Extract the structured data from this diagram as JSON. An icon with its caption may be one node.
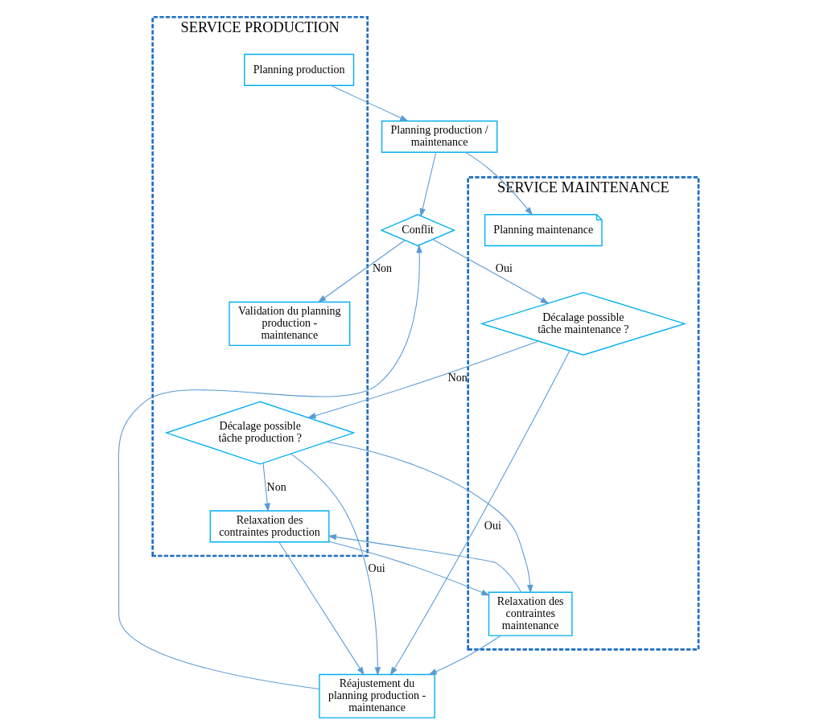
{
  "diagram": {
    "nodes": [
      {
        "text": [
          "SERVICE PRODUCTION"
        ]
      },
      {
        "text": [
          "Planning production"
        ],
        "in": 0
      },
      {
        "text": [
          "SERVICE MAINTENANCE"
        ]
      },
      {
        "text": [
          "Planning maintenance"
        ],
        "in": 2
      },
      {
        "text": [
          "Planning production / maintenance"
        ]
      },
      {
        "text": [
          "Conflit"
        ]
      },
      {
        "text": [
          "Décalage possible tâche maintenance ?"
        ],
        "in": 2
      },
      {
        "text": [
          "Décalage possible tâche production ?"
        ],
        "in": 0
      },
      {
        "text": [
          "Relaxation des contraintes production"
        ],
        "in": 0
      },
      {
        "text": [
          "Relaxation des contraintes maintenance"
        ],
        "in": 2
      },
      {
        "text": [
          "Réajustement du planning production - maintenance"
        ]
      },
      {
        "text": [
          "Validation du planning production - maintenance"
        ],
        "in": 0
      }
    ],
    "edges": [
      {
        "from": 1,
        "to": 4,
        "arrow": "to"
      },
      {
        "from": 4,
        "to": 3,
        "arrow": "to"
      },
      {
        "from": 4,
        "to": 5,
        "arrow": "to"
      },
      {
        "from": 5,
        "to": 11,
        "arrow": "to",
        "label": "Non"
      },
      {
        "from": 5,
        "to": 6,
        "arrow": "to",
        "label": "Oui"
      },
      {
        "from": 6,
        "to": 7,
        "arrow": "to",
        "label": "Non"
      },
      {
        "from": 7,
        "to": 8,
        "arrow": "to",
        "label": "Non"
      },
      {
        "from": 7,
        "to": 9,
        "arrow": "to"
      },
      {
        "from": 6,
        "to": 10,
        "arrow": "to",
        "label": "Oui"
      },
      {
        "from": 7,
        "to": 10,
        "arrow": "to",
        "label": "Oui"
      },
      {
        "from": 8,
        "to": 10,
        "arrow": "to"
      },
      {
        "from": 9,
        "to": 10,
        "arrow": "to"
      },
      {
        "from": 9,
        "to": 8,
        "arrow": "to"
      },
      {
        "from": 8,
        "to": 9,
        "arrow": "to"
      },
      {
        "from": 10,
        "to": 5,
        "arrow": "to"
      }
    ]
  }
}
